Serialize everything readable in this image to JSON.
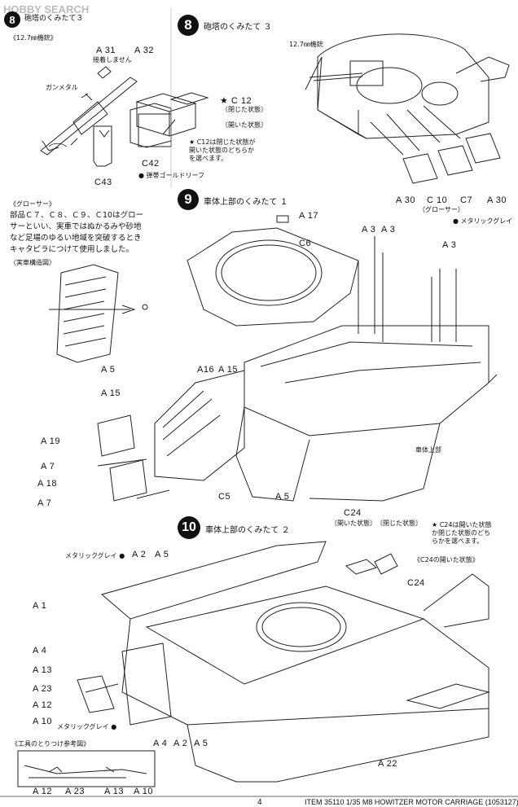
{
  "watermark": "HOBBY SEARCH",
  "steps": [
    {
      "num": "8",
      "title": "砲塔のくみたて ３"
    },
    {
      "num": "9",
      "title": "車体上部のくみたて １"
    },
    {
      "num": "10",
      "title": "車体上部のくみたて ２"
    }
  ],
  "top_left_header": "砲塔のくみたて３",
  "mg_label": "《12.7㎜機銃》",
  "mg_label2": "12.7㎜機銃",
  "a31": "A 31",
  "a31_note": "接着しません",
  "a32": "A 32",
  "gunmetal": "ガンメタル",
  "c12": "★ C 12",
  "c12_closed": "〔閉じた状態〕",
  "c12_open": "〔開いた状態〕",
  "c12_note": [
    "★ C12は閉じた状態が",
    "開いた状態のどちらか",
    "を選べます。"
  ],
  "c42": "C42",
  "c43": "C43",
  "gold_leaf": "弾帯ゴールドリーフ",
  "grouser_title": "《グローサー》",
  "grouser_text": [
    "部品Ｃ７、Ｃ８、Ｃ９、Ｃ10はグロー",
    "サーといい、実車ではぬかるみや砂地",
    "など足場のゆるい地域を突破するとき",
    "キャタピラにつけて使用しました。"
  ],
  "grouser_sub": "〈実車構造図〉",
  "a30_left": "A 30",
  "c10": "C 10",
  "c10_sub": "（グローサー）",
  "c7": "C7",
  "a30_right": "A 30",
  "metallic_grey": "メタリックグレイ",
  "a17": "A 17",
  "c6": "C6",
  "a3_a": "A 3",
  "a3_b": "A 3",
  "a3_c": "A 3",
  "a5_a": "A 5",
  "a16": "A16",
  "a15_a": "A 15",
  "a15_b": "A 15",
  "a19": "A 19",
  "a7_a": "A 7",
  "a18": "A 18",
  "a7_b": "A 7",
  "c5": "C5",
  "a5_b": "A 5",
  "upper_hull": "車体上部",
  "c24": "C24",
  "c24_open": "〔開いた状態〕",
  "c24_closed": "〔閉じた状態〕",
  "c24_note": [
    "★ C24は開いた状態",
    "か閉じた状態のどち",
    "らかを選べます。"
  ],
  "c24_open_title": "《C24の開いた状態》",
  "c24_b": "C24",
  "metallic_grey2": "メタリックグレイ",
  "a2_a": "A 2",
  "a5_c": "A 5",
  "a1": "A 1",
  "a4_a": "A 4",
  "a13": "A 13",
  "a23": "A 23",
  "a12": "A 12",
  "a10": "A 10",
  "metallic_grey3": "メタリックグレイ",
  "a4_b": "A 4",
  "a2_b": "A 2",
  "a5_d": "A 5",
  "a22": "A 22",
  "tools_title": "《工具のとりつけ参考図》",
  "tools_labels": [
    "A 12",
    "A 23",
    "A 13",
    "A 10"
  ],
  "page_num": "4",
  "footer": "ITEM 35110  1/35 M8 HOWITZER MOTOR CARRIAGE (1053127)"
}
